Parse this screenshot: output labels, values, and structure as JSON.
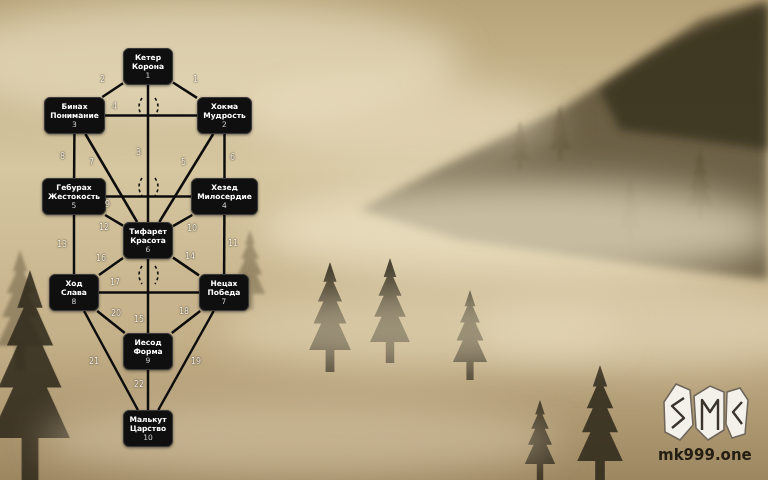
{
  "diagram": {
    "nodes": [
      {
        "text": [
          "Кетер",
          "Корона",
          "1"
        ]
      },
      {
        "text": [
          "Бинах",
          "Понимание",
          "3"
        ]
      },
      {
        "text": [
          "Хокма",
          "Мудрость",
          "2"
        ]
      },
      {
        "text": [
          "Гебурах",
          "Жестокость",
          "5"
        ]
      },
      {
        "text": [
          "Хезед",
          "Милосердие",
          "4"
        ]
      },
      {
        "text": [
          "Тифарет",
          "Красота",
          "6"
        ]
      },
      {
        "text": [
          "Ход",
          "Слава",
          "8"
        ]
      },
      {
        "text": [
          "Нецах",
          "Победа",
          "7"
        ]
      },
      {
        "text": [
          "Иесод",
          "Форма",
          "9"
        ]
      },
      {
        "text": [
          "Малькут",
          "Царство",
          "10"
        ]
      }
    ],
    "edges": [
      {
        "from": 0,
        "to": 2,
        "label": "1",
        "arrow": "none"
      },
      {
        "from": 0,
        "to": 1,
        "label": "2",
        "arrow": "none"
      },
      {
        "from": 0,
        "to": 5,
        "label": "3",
        "arrow": "none"
      },
      {
        "from": 1,
        "to": 2,
        "label": "4",
        "arrow": "none"
      },
      {
        "from": 2,
        "to": 5,
        "label": "5",
        "arrow": "none"
      },
      {
        "from": 2,
        "to": 4,
        "label": "6",
        "arrow": "none"
      },
      {
        "from": 1,
        "to": 5,
        "label": "7",
        "arrow": "none"
      },
      {
        "from": 1,
        "to": 3,
        "label": "8",
        "arrow": "none"
      },
      {
        "from": 3,
        "to": 4,
        "label": "9",
        "arrow": "none"
      },
      {
        "from": 4,
        "to": 5,
        "label": "10",
        "arrow": "none"
      },
      {
        "from": 4,
        "to": 7,
        "label": "11",
        "arrow": "none"
      },
      {
        "from": 3,
        "to": 5,
        "label": "12",
        "arrow": "none"
      },
      {
        "from": 3,
        "to": 6,
        "label": "13",
        "arrow": "none"
      },
      {
        "from": 7,
        "to": 5,
        "label": "14",
        "arrow": "none"
      },
      {
        "from": 5,
        "to": 8,
        "label": "15",
        "arrow": "none"
      },
      {
        "from": 6,
        "to": 5,
        "label": "16",
        "arrow": "none"
      },
      {
        "from": 6,
        "to": 7,
        "label": "17",
        "arrow": "none"
      },
      {
        "from": 7,
        "to": 8,
        "label": "18",
        "arrow": "none"
      },
      {
        "from": 7,
        "to": 9,
        "label": "19",
        "arrow": "none"
      },
      {
        "from": 6,
        "to": 8,
        "label": "20",
        "arrow": "none"
      },
      {
        "from": 6,
        "to": 9,
        "label": "21",
        "arrow": "none"
      },
      {
        "from": 8,
        "to": 9,
        "label": "22",
        "arrow": "none"
      }
    ],
    "labels": [
      "mk999.one"
    ]
  }
}
